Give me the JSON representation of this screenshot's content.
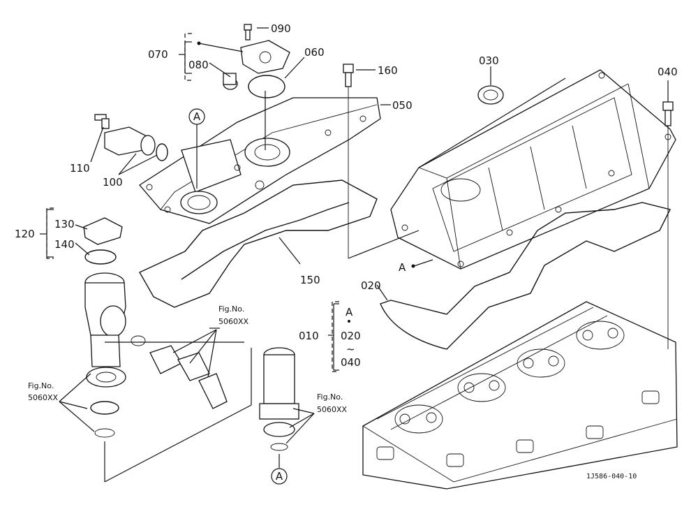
{
  "callouts": {
    "p090": "090",
    "p070": "070",
    "p080": "080",
    "p060": "060",
    "p160": "160",
    "p030": "030",
    "p040": "040",
    "p050": "050",
    "p110": "110",
    "p100": "100",
    "p120": "120",
    "p130": "130",
    "p140": "140",
    "p150": "150",
    "p020": "020",
    "p010": "010",
    "p010_a": "A",
    "p010_start": "020",
    "p010_tilde": "~",
    "p010_end": "040",
    "ref_a_main": "A"
  },
  "circle_refs": {
    "top": "A",
    "bottom": "A"
  },
  "fig_refs": {
    "fig1_line1": "Fig.No.",
    "fig1_line2": "5060XX",
    "fig2_line1": "Fig.No.",
    "fig2_line2": "5060XX",
    "fig3_line1": "Fig.No.",
    "fig3_line2": "5060XX"
  },
  "drawing_code": "1J586-040-10"
}
